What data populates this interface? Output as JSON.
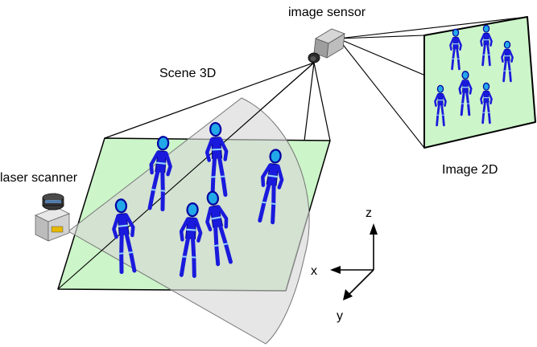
{
  "labels": {
    "image_sensor": "image sensor",
    "scene_3d": "Scene 3D",
    "laser_scanner": "laser scanner",
    "image_2d": "Image 2D"
  },
  "axes": {
    "z": "z",
    "x": "x",
    "y": "y"
  },
  "colors": {
    "plane_fill": "#ccf5c9",
    "figure_fill": "#1a1adc",
    "head_fill": "#22a8e8",
    "scan_fan": "#d7d7d7"
  }
}
